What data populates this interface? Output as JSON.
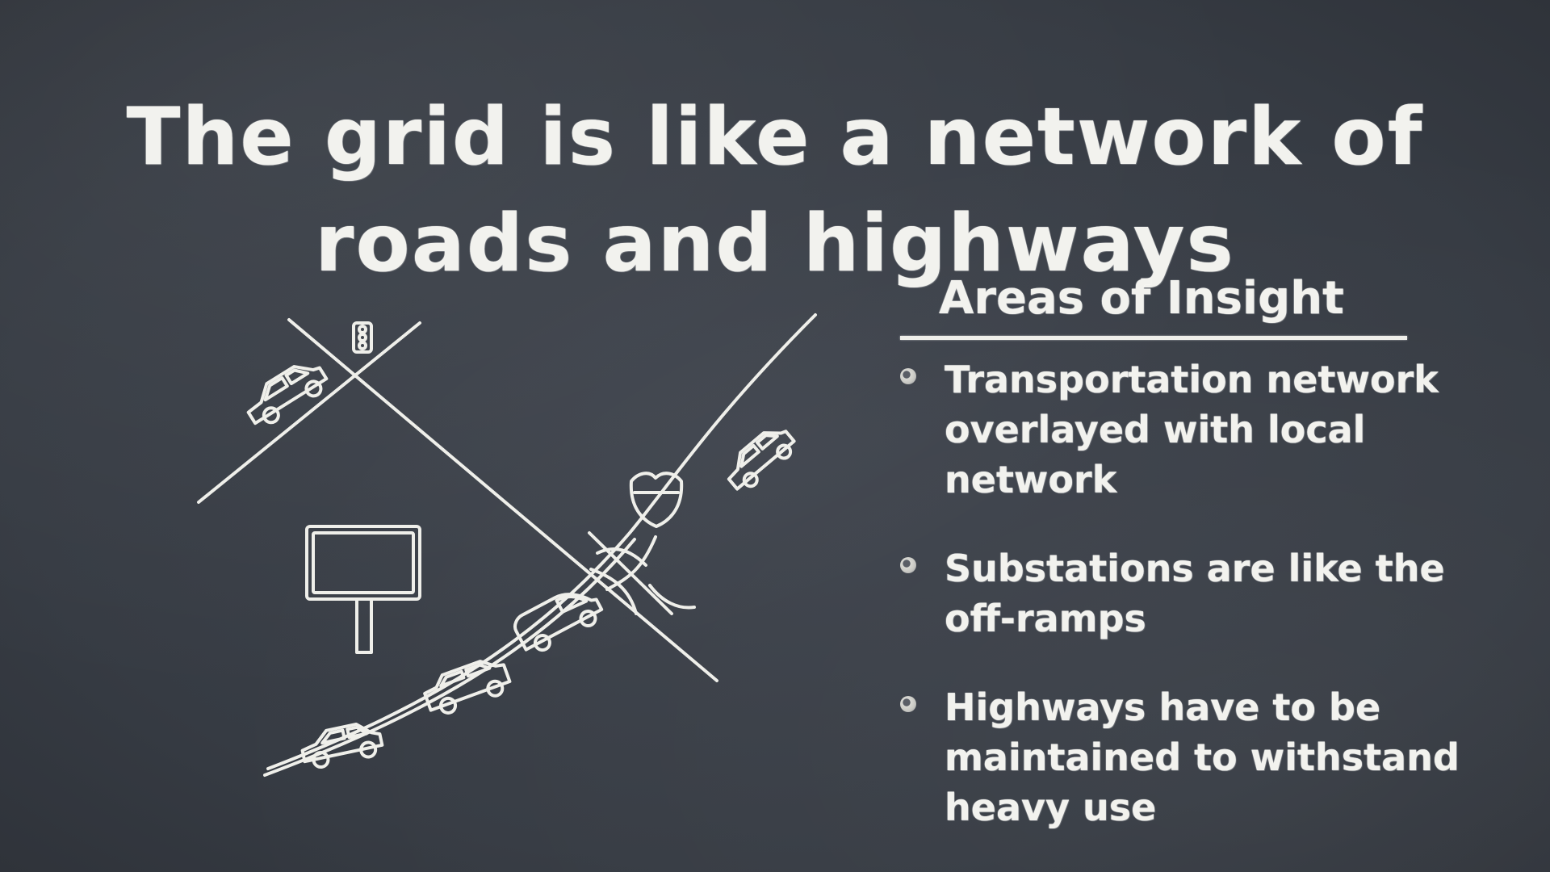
{
  "slide": {
    "title_line1": "The grid is like a network of",
    "title_line2": "roads and highways"
  },
  "insight": {
    "heading": "Areas of Insight",
    "bullets": [
      "Transportation network overlayed with local network",
      "Substations are like the off-ramps",
      "Highways have to be maintained to withstand heavy use"
    ]
  },
  "colors": {
    "chalkboard": "#3a3f48",
    "chalk": "#f2f2ee"
  },
  "illustration": {
    "elements": [
      "traffic-light-icon",
      "car-icon",
      "billboard-icon",
      "highway-shield-icon",
      "van-icon",
      "suv-icon",
      "interchange-icon"
    ]
  }
}
